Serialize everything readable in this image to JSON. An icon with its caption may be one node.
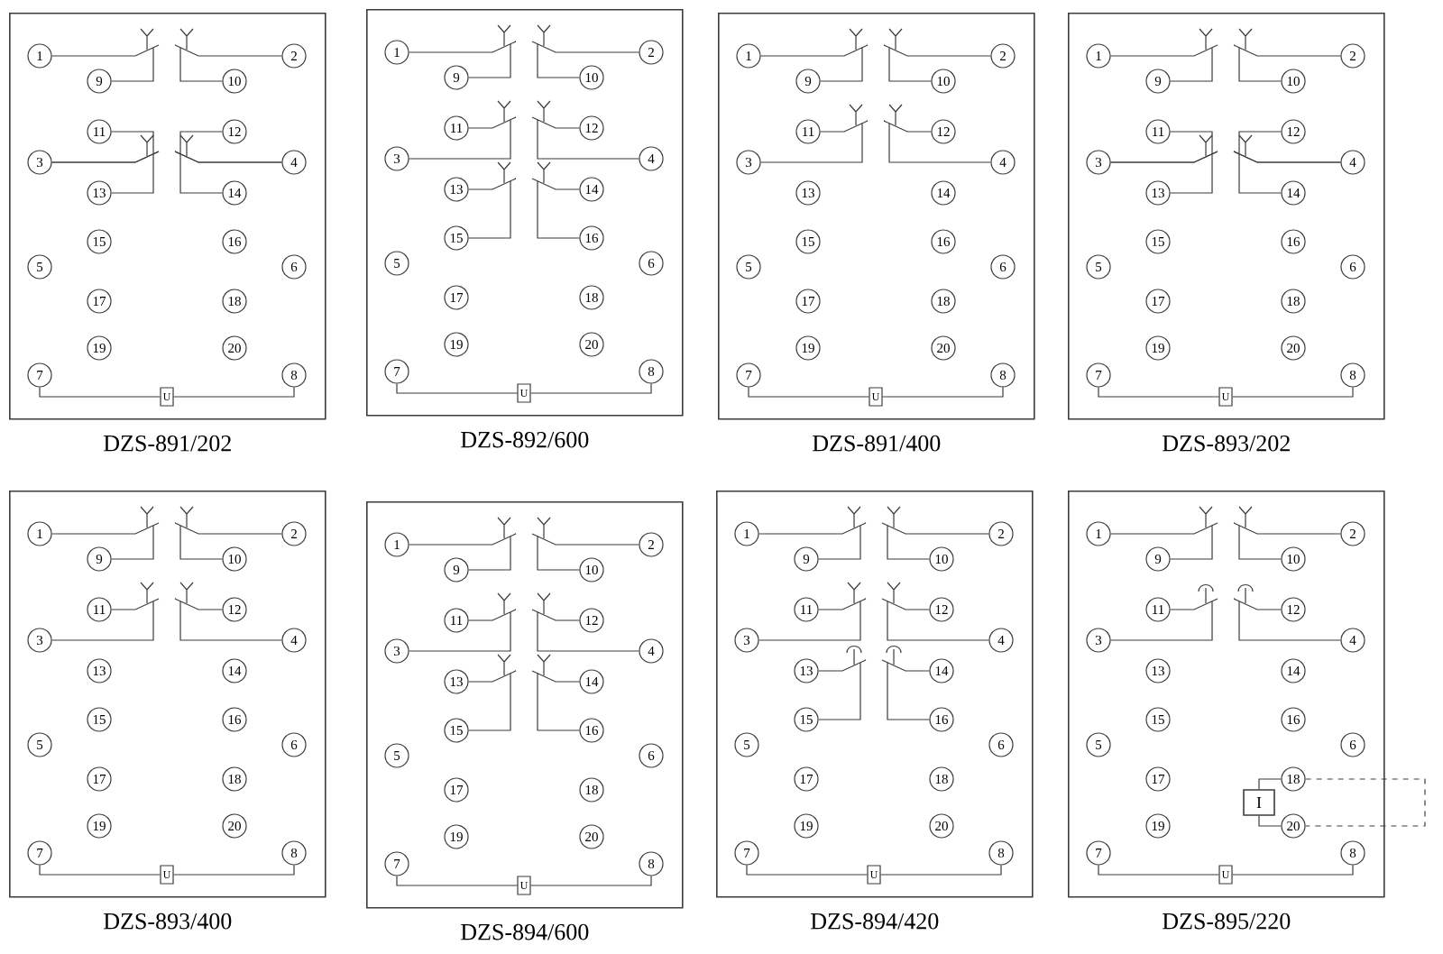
{
  "diagram": {
    "nodes": [
      {
        "text": [
          "DZS-891/202"
        ]
      },
      {
        "text": [
          "1"
        ],
        "in": 0
      },
      {
        "text": [
          "2"
        ],
        "in": 0
      },
      {
        "text": [
          "3"
        ],
        "in": 0
      },
      {
        "text": [
          "4"
        ],
        "in": 0
      },
      {
        "text": [
          "5"
        ],
        "in": 0
      },
      {
        "text": [
          "6"
        ],
        "in": 0
      },
      {
        "text": [
          "7"
        ],
        "in": 0
      },
      {
        "text": [
          "8"
        ],
        "in": 0
      },
      {
        "text": [
          "9"
        ],
        "in": 0
      },
      {
        "text": [
          "10"
        ],
        "in": 0
      },
      {
        "text": [
          "11"
        ],
        "in": 0
      },
      {
        "text": [
          "12"
        ],
        "in": 0
      },
      {
        "text": [
          "13"
        ],
        "in": 0
      },
      {
        "text": [
          "14"
        ],
        "in": 0
      },
      {
        "text": [
          "15"
        ],
        "in": 0
      },
      {
        "text": [
          "16"
        ],
        "in": 0
      },
      {
        "text": [
          "17"
        ],
        "in": 0
      },
      {
        "text": [
          "18"
        ],
        "in": 0
      },
      {
        "text": [
          "19"
        ],
        "in": 0
      },
      {
        "text": [
          "20"
        ],
        "in": 0
      },
      {
        "text": [
          "U"
        ],
        "in": 0
      },
      {
        "text": [
          "DZS-892/600"
        ]
      },
      {
        "text": [
          "1"
        ],
        "in": 22
      },
      {
        "text": [
          "2"
        ],
        "in": 22
      },
      {
        "text": [
          "3"
        ],
        "in": 22
      },
      {
        "text": [
          "4"
        ],
        "in": 22
      },
      {
        "text": [
          "5"
        ],
        "in": 22
      },
      {
        "text": [
          "6"
        ],
        "in": 22
      },
      {
        "text": [
          "7"
        ],
        "in": 22
      },
      {
        "text": [
          "8"
        ],
        "in": 22
      },
      {
        "text": [
          "9"
        ],
        "in": 22
      },
      {
        "text": [
          "10"
        ],
        "in": 22
      },
      {
        "text": [
          "11"
        ],
        "in": 22
      },
      {
        "text": [
          "12"
        ],
        "in": 22
      },
      {
        "text": [
          "13"
        ],
        "in": 22
      },
      {
        "text": [
          "14"
        ],
        "in": 22
      },
      {
        "text": [
          "15"
        ],
        "in": 22
      },
      {
        "text": [
          "16"
        ],
        "in": 22
      },
      {
        "text": [
          "17"
        ],
        "in": 22
      },
      {
        "text": [
          "18"
        ],
        "in": 22
      },
      {
        "text": [
          "19"
        ],
        "in": 22
      },
      {
        "text": [
          "20"
        ],
        "in": 22
      },
      {
        "text": [
          "U"
        ],
        "in": 22
      },
      {
        "text": [
          "DZS-891/400"
        ]
      },
      {
        "text": [
          "1"
        ],
        "in": 44
      },
      {
        "text": [
          "2"
        ],
        "in": 44
      },
      {
        "text": [
          "3"
        ],
        "in": 44
      },
      {
        "text": [
          "4"
        ],
        "in": 44
      },
      {
        "text": [
          "5"
        ],
        "in": 44
      },
      {
        "text": [
          "6"
        ],
        "in": 44
      },
      {
        "text": [
          "7"
        ],
        "in": 44
      },
      {
        "text": [
          "8"
        ],
        "in": 44
      },
      {
        "text": [
          "9"
        ],
        "in": 44
      },
      {
        "text": [
          "10"
        ],
        "in": 44
      },
      {
        "text": [
          "11"
        ],
        "in": 44
      },
      {
        "text": [
          "12"
        ],
        "in": 44
      },
      {
        "text": [
          "13"
        ],
        "in": 44
      },
      {
        "text": [
          "14"
        ],
        "in": 44
      },
      {
        "text": [
          "15"
        ],
        "in": 44
      },
      {
        "text": [
          "16"
        ],
        "in": 44
      },
      {
        "text": [
          "17"
        ],
        "in": 44
      },
      {
        "text": [
          "18"
        ],
        "in": 44
      },
      {
        "text": [
          "19"
        ],
        "in": 44
      },
      {
        "text": [
          "20"
        ],
        "in": 44
      },
      {
        "text": [
          "U"
        ],
        "in": 44
      },
      {
        "text": [
          "DZS-893/202"
        ]
      },
      {
        "text": [
          "1"
        ],
        "in": 66
      },
      {
        "text": [
          "2"
        ],
        "in": 66
      },
      {
        "text": [
          "3"
        ],
        "in": 66
      },
      {
        "text": [
          "4"
        ],
        "in": 66
      },
      {
        "text": [
          "5"
        ],
        "in": 66
      },
      {
        "text": [
          "6"
        ],
        "in": 66
      },
      {
        "text": [
          "7"
        ],
        "in": 66
      },
      {
        "text": [
          "8"
        ],
        "in": 66
      },
      {
        "text": [
          "9"
        ],
        "in": 66
      },
      {
        "text": [
          "10"
        ],
        "in": 66
      },
      {
        "text": [
          "11"
        ],
        "in": 66
      },
      {
        "text": [
          "12"
        ],
        "in": 66
      },
      {
        "text": [
          "13"
        ],
        "in": 66
      },
      {
        "text": [
          "14"
        ],
        "in": 66
      },
      {
        "text": [
          "15"
        ],
        "in": 66
      },
      {
        "text": [
          "16"
        ],
        "in": 66
      },
      {
        "text": [
          "17"
        ],
        "in": 66
      },
      {
        "text": [
          "18"
        ],
        "in": 66
      },
      {
        "text": [
          "19"
        ],
        "in": 66
      },
      {
        "text": [
          "20"
        ],
        "in": 66
      },
      {
        "text": [
          "U"
        ],
        "in": 66
      },
      {
        "text": [
          "DZS-893/400"
        ]
      },
      {
        "text": [
          "1"
        ],
        "in": 88
      },
      {
        "text": [
          "2"
        ],
        "in": 88
      },
      {
        "text": [
          "3"
        ],
        "in": 88
      },
      {
        "text": [
          "4"
        ],
        "in": 88
      },
      {
        "text": [
          "5"
        ],
        "in": 88
      },
      {
        "text": [
          "6"
        ],
        "in": 88
      },
      {
        "text": [
          "7"
        ],
        "in": 88
      },
      {
        "text": [
          "8"
        ],
        "in": 88
      },
      {
        "text": [
          "9"
        ],
        "in": 88
      },
      {
        "text": [
          "10"
        ],
        "in": 88
      },
      {
        "text": [
          "11"
        ],
        "in": 88
      },
      {
        "text": [
          "12"
        ],
        "in": 88
      },
      {
        "text": [
          "13"
        ],
        "in": 88
      },
      {
        "text": [
          "14"
        ],
        "in": 88
      },
      {
        "text": [
          "15"
        ],
        "in": 88
      },
      {
        "text": [
          "16"
        ],
        "in": 88
      },
      {
        "text": [
          "17"
        ],
        "in": 88
      },
      {
        "text": [
          "18"
        ],
        "in": 88
      },
      {
        "text": [
          "19"
        ],
        "in": 88
      },
      {
        "text": [
          "20"
        ],
        "in": 88
      },
      {
        "text": [
          "U"
        ],
        "in": 88
      },
      {
        "text": [
          "DZS-894/600"
        ]
      },
      {
        "text": [
          "1"
        ],
        "in": 110
      },
      {
        "text": [
          "2"
        ],
        "in": 110
      },
      {
        "text": [
          "3"
        ],
        "in": 110
      },
      {
        "text": [
          "4"
        ],
        "in": 110
      },
      {
        "text": [
          "5"
        ],
        "in": 110
      },
      {
        "text": [
          "6"
        ],
        "in": 110
      },
      {
        "text": [
          "7"
        ],
        "in": 110
      },
      {
        "text": [
          "8"
        ],
        "in": 110
      },
      {
        "text": [
          "9"
        ],
        "in": 110
      },
      {
        "text": [
          "10"
        ],
        "in": 110
      },
      {
        "text": [
          "11"
        ],
        "in": 110
      },
      {
        "text": [
          "12"
        ],
        "in": 110
      },
      {
        "text": [
          "13"
        ],
        "in": 110
      },
      {
        "text": [
          "14"
        ],
        "in": 110
      },
      {
        "text": [
          "15"
        ],
        "in": 110
      },
      {
        "text": [
          "16"
        ],
        "in": 110
      },
      {
        "text": [
          "17"
        ],
        "in": 110
      },
      {
        "text": [
          "18"
        ],
        "in": 110
      },
      {
        "text": [
          "19"
        ],
        "in": 110
      },
      {
        "text": [
          "20"
        ],
        "in": 110
      },
      {
        "text": [
          "U"
        ],
        "in": 110
      },
      {
        "text": [
          "DZS-894/420"
        ]
      },
      {
        "text": [
          "1"
        ],
        "in": 132
      },
      {
        "text": [
          "2"
        ],
        "in": 132
      },
      {
        "text": [
          "3"
        ],
        "in": 132
      },
      {
        "text": [
          "4"
        ],
        "in": 132
      },
      {
        "text": [
          "5"
        ],
        "in": 132
      },
      {
        "text": [
          "6"
        ],
        "in": 132
      },
      {
        "text": [
          "7"
        ],
        "in": 132
      },
      {
        "text": [
          "8"
        ],
        "in": 132
      },
      {
        "text": [
          "9"
        ],
        "in": 132
      },
      {
        "text": [
          "10"
        ],
        "in": 132
      },
      {
        "text": [
          "11"
        ],
        "in": 132
      },
      {
        "text": [
          "12"
        ],
        "in": 132
      },
      {
        "text": [
          "13"
        ],
        "in": 132
      },
      {
        "text": [
          "14"
        ],
        "in": 132
      },
      {
        "text": [
          "15"
        ],
        "in": 132
      },
      {
        "text": [
          "16"
        ],
        "in": 132
      },
      {
        "text": [
          "17"
        ],
        "in": 132
      },
      {
        "text": [
          "18"
        ],
        "in": 132
      },
      {
        "text": [
          "19"
        ],
        "in": 132
      },
      {
        "text": [
          "20"
        ],
        "in": 132
      },
      {
        "text": [
          "U"
        ],
        "in": 132
      },
      {
        "text": [
          "DZS-895/220"
        ]
      },
      {
        "text": [
          "1"
        ],
        "in": 154
      },
      {
        "text": [
          "2"
        ],
        "in": 154
      },
      {
        "text": [
          "3"
        ],
        "in": 154
      },
      {
        "text": [
          "4"
        ],
        "in": 154
      },
      {
        "text": [
          "5"
        ],
        "in": 154
      },
      {
        "text": [
          "6"
        ],
        "in": 154
      },
      {
        "text": [
          "7"
        ],
        "in": 154
      },
      {
        "text": [
          "8"
        ],
        "in": 154
      },
      {
        "text": [
          "9"
        ],
        "in": 154
      },
      {
        "text": [
          "10"
        ],
        "in": 154
      },
      {
        "text": [
          "11"
        ],
        "in": 154
      },
      {
        "text": [
          "12"
        ],
        "in": 154
      },
      {
        "text": [
          "13"
        ],
        "in": 154
      },
      {
        "text": [
          "14"
        ],
        "in": 154
      },
      {
        "text": [
          "15"
        ],
        "in": 154
      },
      {
        "text": [
          "16"
        ],
        "in": 154
      },
      {
        "text": [
          "17"
        ],
        "in": 154
      },
      {
        "text": [
          "18"
        ],
        "in": 154
      },
      {
        "text": [
          "19"
        ],
        "in": 154
      },
      {
        "text": [
          "20"
        ],
        "in": 154
      },
      {
        "text": [
          "U"
        ],
        "in": 154
      },
      {
        "text": [
          "I"
        ],
        "in": 154
      }
    ],
    "edges": [
      {
        "from": 1,
        "to": 9,
        "arrow": "none"
      },
      {
        "from": 2,
        "to": 10,
        "arrow": "none"
      },
      {
        "from": 3,
        "to": 11,
        "arrow": "none"
      },
      {
        "from": 3,
        "to": 13,
        "arrow": "none"
      },
      {
        "from": 4,
        "to": 12,
        "arrow": "none"
      },
      {
        "from": 4,
        "to": 14,
        "arrow": "none"
      },
      {
        "from": 7,
        "to": 21,
        "arrow": "none"
      },
      {
        "from": 21,
        "to": 8,
        "arrow": "none"
      },
      {
        "from": 23,
        "to": 31,
        "arrow": "none"
      },
      {
        "from": 24,
        "to": 32,
        "arrow": "none"
      },
      {
        "from": 33,
        "to": 25,
        "arrow": "none"
      },
      {
        "from": 34,
        "to": 26,
        "arrow": "none"
      },
      {
        "from": 35,
        "to": 37,
        "arrow": "none"
      },
      {
        "from": 36,
        "to": 38,
        "arrow": "none"
      },
      {
        "from": 29,
        "to": 43,
        "arrow": "none"
      },
      {
        "from": 43,
        "to": 30,
        "arrow": "none"
      },
      {
        "from": 45,
        "to": 53,
        "arrow": "none"
      },
      {
        "from": 46,
        "to": 54,
        "arrow": "none"
      },
      {
        "from": 55,
        "to": 47,
        "arrow": "none"
      },
      {
        "from": 56,
        "to": 48,
        "arrow": "none"
      },
      {
        "from": 51,
        "to": 65,
        "arrow": "none"
      },
      {
        "from": 65,
        "to": 52,
        "arrow": "none"
      },
      {
        "from": 67,
        "to": 75,
        "arrow": "none"
      },
      {
        "from": 68,
        "to": 76,
        "arrow": "none"
      },
      {
        "from": 69,
        "to": 77,
        "arrow": "none"
      },
      {
        "from": 69,
        "to": 79,
        "arrow": "none"
      },
      {
        "from": 70,
        "to": 78,
        "arrow": "none"
      },
      {
        "from": 70,
        "to": 80,
        "arrow": "none"
      },
      {
        "from": 73,
        "to": 87,
        "arrow": "none"
      },
      {
        "from": 87,
        "to": 74,
        "arrow": "none"
      },
      {
        "from": 89,
        "to": 97,
        "arrow": "none"
      },
      {
        "from": 90,
        "to": 98,
        "arrow": "none"
      },
      {
        "from": 99,
        "to": 91,
        "arrow": "none"
      },
      {
        "from": 100,
        "to": 92,
        "arrow": "none"
      },
      {
        "from": 95,
        "to": 109,
        "arrow": "none"
      },
      {
        "from": 109,
        "to": 96,
        "arrow": "none"
      },
      {
        "from": 111,
        "to": 119,
        "arrow": "none"
      },
      {
        "from": 112,
        "to": 120,
        "arrow": "none"
      },
      {
        "from": 121,
        "to": 113,
        "arrow": "none"
      },
      {
        "from": 122,
        "to": 114,
        "arrow": "none"
      },
      {
        "from": 123,
        "to": 125,
        "arrow": "none"
      },
      {
        "from": 124,
        "to": 126,
        "arrow": "none"
      },
      {
        "from": 117,
        "to": 131,
        "arrow": "none"
      },
      {
        "from": 131,
        "to": 118,
        "arrow": "none"
      },
      {
        "from": 133,
        "to": 141,
        "arrow": "none"
      },
      {
        "from": 134,
        "to": 142,
        "arrow": "none"
      },
      {
        "from": 143,
        "to": 135,
        "arrow": "none"
      },
      {
        "from": 144,
        "to": 136,
        "arrow": "none"
      },
      {
        "from": 145,
        "to": 147,
        "arrow": "none"
      },
      {
        "from": 146,
        "to": 148,
        "arrow": "none"
      },
      {
        "from": 139,
        "to": 153,
        "arrow": "none"
      },
      {
        "from": 153,
        "to": 140,
        "arrow": "none"
      },
      {
        "from": 155,
        "to": 163,
        "arrow": "none"
      },
      {
        "from": 156,
        "to": 164,
        "arrow": "none"
      },
      {
        "from": 165,
        "to": 157,
        "arrow": "none"
      },
      {
        "from": 166,
        "to": 158,
        "arrow": "none"
      },
      {
        "from": 161,
        "to": 175,
        "arrow": "none"
      },
      {
        "from": 175,
        "to": 162,
        "arrow": "none"
      },
      {
        "from": 176,
        "to": 172,
        "arrow": "none"
      },
      {
        "from": 176,
        "to": 174,
        "arrow": "none"
      },
      {
        "from": 172,
        "to": 174,
        "arrow": "none",
        "style": "dashed"
      }
    ]
  }
}
